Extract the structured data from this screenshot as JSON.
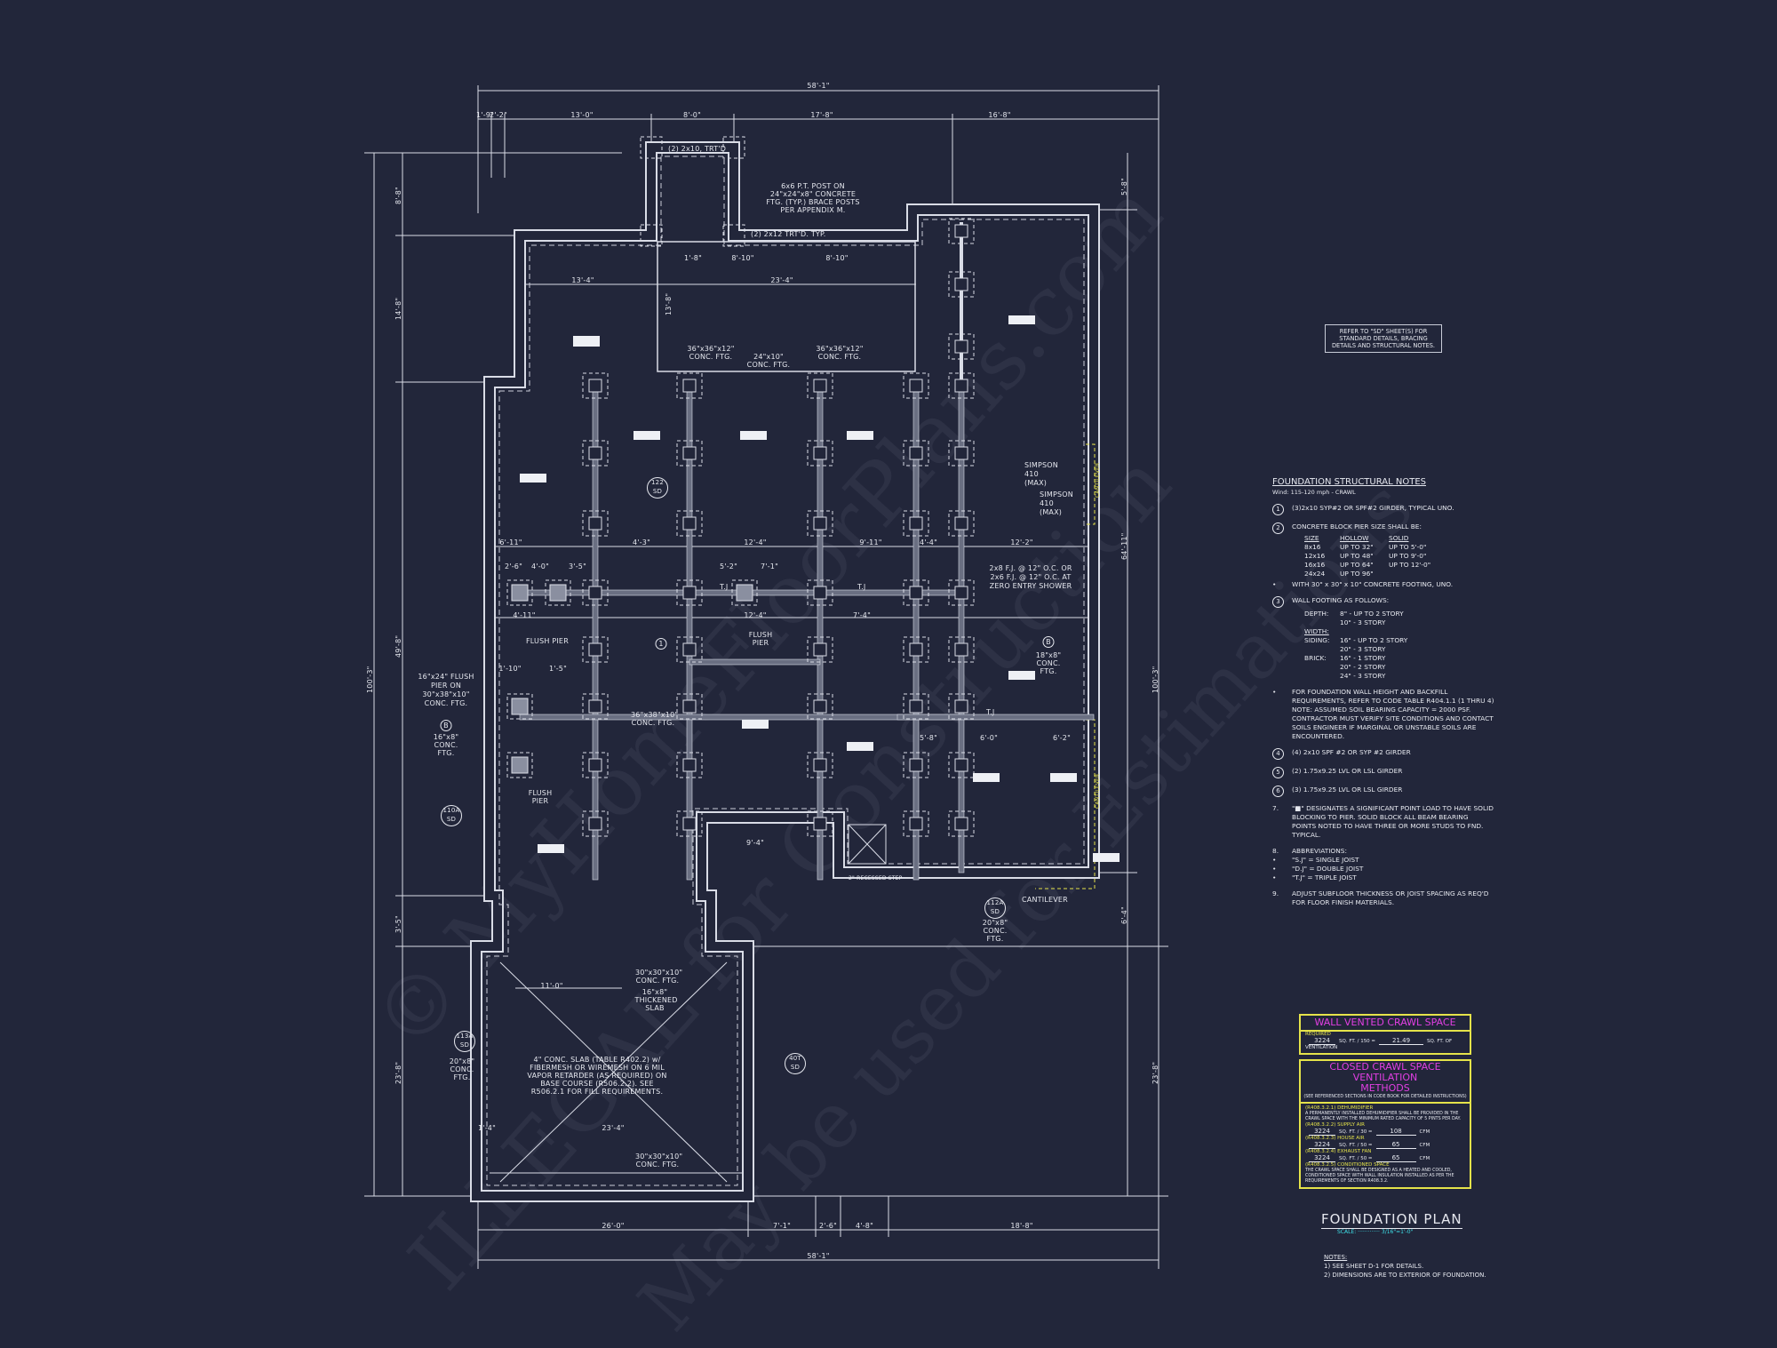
{
  "sheet": {
    "title": "FOUNDATION PLAN",
    "scale_label": "SCALE:",
    "scale_value": "3/16\"=1'-0\"",
    "background_color": "#22263a",
    "line_color": "#e6e8ef",
    "highlight_yellow": "#e5e34a",
    "highlight_magenta": "#e23fe3",
    "scale_cyan": "#3de0e8"
  },
  "watermark": {
    "line1": "© MyHomeFloorPlans.com",
    "line2": "ILLEGAL for Construction",
    "line3": "May be used for Estimations"
  },
  "dimensions": {
    "top_overall": "58'-1\"",
    "top_segments": [
      "1'-9\"",
      "2'-2\"",
      "13'-0\"",
      "8'-0\"",
      "17'-8\"",
      "16'-8\""
    ],
    "bottom_overall": "58'-1\"",
    "bottom_segments": [
      "26'-0\"",
      "7'-1\"",
      "2'-6\"",
      "4'-8\"",
      "18'-8\""
    ],
    "left_overall": "100'-3\"",
    "left_segments": [
      "8'-8\"",
      "14'-8\"",
      "49'-8\"",
      "3'-5\"",
      "23'-8\""
    ],
    "right_overall": "100'-3\"",
    "right_segments": [
      "5'-8\"",
      "64'-11\"",
      "6'-4\"",
      "23'-8\""
    ],
    "porch": [
      "1'-8\"",
      "8'-10\"",
      "8'-10\"",
      "23'-4\"",
      "13'-4\"",
      "13'-8\""
    ],
    "interior": [
      "6'-11\"",
      "4'-3\"",
      "12'-4\"",
      "9'-11\"",
      "4'-4\"",
      "12'-2\"",
      "2'-6\"",
      "4'-0\"",
      "3'-5\"",
      "4'-11\"",
      "12'-4\"",
      "7'-4\"",
      "5'-8\"",
      "6'-0\"",
      "6'-2\"",
      "1'-10\"",
      "1'-5\"",
      "9'-4\"",
      "11'-0\"",
      "23'-4\"",
      "1'-4\"",
      "5'-2\"",
      "7'-1\""
    ]
  },
  "callouts": {
    "porch_beam": "(2) 2x10, TRT'D",
    "porch_post": "6x6 P.T. POST ON 24\"x24\"x8\" CONCRETE FTG. (TYP.) BRACE POSTS PER APPENDIX M.",
    "porch_beam2": "(2) 2x12 TRT'D. TYP.",
    "ftg_36_left": "36\"x36\"x12\" CONC. FTG.",
    "ftg_24": "24\"x10\" CONC. FTG.",
    "ftg_36_right": "36\"x36\"x12\" CONC. FTG.",
    "simpson1": "SIMPSON 410 (MAX)",
    "simpson2": "SIMPSON 410 (MAX)",
    "zero_entry": "2x8 F.J. @ 12\" O.C. OR 2x6 F.J. @ 12\" O.C. AT ZERO ENTRY SHOWER",
    "cantilever_top": "CANTILEVER",
    "cantilever_bottom": "CANTILEVER",
    "cantilever_label": "CANTILEVER",
    "flush_pier1": "FLUSH PIER",
    "flush_pier2": "FLUSH PIER",
    "flush_pier3": "FLUSH PIER",
    "flush_pier_16x24": "16\"x24\" FLUSH PIER ON 30\"x38\"x10\" CONC. FTG.",
    "ftg_16x8_left": "16\"x8\" CONC. FTG.",
    "ftg_18x8_right": "18\"x8\" CONC. FTG.",
    "ftg_36x38": "36\"x38\"x10\" CONC. FTG.",
    "ftg_20x8_bottom": "20\"x8\" CONC. FTG.",
    "ftg_20x8_garage": "20\"x8\" CONC. FTG.",
    "recessed_step": "2\" RECESSED STEP",
    "garage_ftg_top": "30\"x30\"x10\" CONC. FTG.",
    "thickened_slab": "16\"x8\" THICKENED SLAB",
    "garage_slab": "4\" CONC. SLAB (TABLE R402.2) w/ FIBERMESH OR WIREMESH ON 6 MIL VAPOR RETARDER (AS REQUIRED) ON BASE COURSE (R506.2.2). SEE R506.2.1 FOR FILL REQUIREMENTS.",
    "garage_ftg_bottom": "30\"x30\"x10\" CONC. FTG.",
    "tj": "T.J",
    "girder_tag_1": "1",
    "girder_tag_b": "B",
    "detail_122": [
      "122",
      "SD"
    ],
    "detail_110a": [
      "110A",
      "SD"
    ],
    "detail_112a": [
      "112A",
      "SD"
    ],
    "detail_113a": [
      "113A",
      "SD"
    ],
    "detail_40t": [
      "40T",
      "SD"
    ]
  },
  "reference_note": "REFER TO \"SD\" SHEET(S) FOR STANDARD DETAILS, BRACING DETAILS AND STRUCTURAL NOTES.",
  "structural_notes": {
    "title": "FOUNDATION STRUCTURAL NOTES",
    "subtitle": "Wind: 115-120 mph - CRAWL",
    "n1": {
      "num": "1",
      "text": "(3)2x10 SYP#2 OR SPF#2 GIRDER, TYPICAL UNO."
    },
    "n2": {
      "num": "2",
      "text": "CONCRETE BLOCK PIER SIZE SHALL BE:",
      "headers": [
        "SIZE",
        "HOLLOW",
        "SOLID"
      ],
      "rows": [
        [
          "8x16",
          "UP TO 32\"",
          "UP TO 5'-0\""
        ],
        [
          "12x16",
          "UP TO 48\"",
          "UP TO 9'-0\""
        ],
        [
          "16x16",
          "UP TO 64\"",
          "UP TO 12'-0\""
        ],
        [
          "24x24",
          "UP TO 96\"",
          ""
        ]
      ],
      "footing": "WITH 30\" x 30\" x 10\" CONCRETE FOOTING, UNO."
    },
    "n3": {
      "num": "3",
      "text": "WALL FOOTING AS FOLLOWS:",
      "depth_label": "DEPTH:",
      "depth": [
        "8\" - UP TO 2 STORY",
        "10\" - 3 STORY"
      ],
      "width_label": "WIDTH:",
      "siding_label": "SIDING:",
      "siding": [
        "16\" - UP TO 2 STORY",
        "20\" - 3 STORY"
      ],
      "brick_label": "BRICK:",
      "brick": [
        "16\" - 1 STORY",
        "20\" - 2 STORY",
        "24\" - 3 STORY"
      ]
    },
    "wall_note": "FOR FOUNDATION WALL HEIGHT AND BACKFILL REQUIREMENTS, REFER TO CODE TABLE R404.1.1 (1 THRU 4) NOTE: ASSUMED SOIL BEARING CAPACITY = 2000 PSF. CONTRACTOR MUST VERIFY SITE CONDITIONS AND CONTACT SOILS ENGINEER IF MARGINAL OR UNSTABLE SOILS ARE ENCOUNTERED.",
    "n4": {
      "num": "4",
      "text": "(4) 2x10 SPF #2 OR SYP #2 GIRDER"
    },
    "n5": {
      "num": "5",
      "text": "(2) 1.75x9.25 LVL OR LSL GIRDER"
    },
    "n6": {
      "num": "6",
      "text": "(3) 1.75x9.25 LVL OR LSL GIRDER"
    },
    "n7": {
      "num": "7.",
      "text": "\"■\" DESIGNATES A SIGNIFICANT POINT LOAD TO HAVE SOLID BLOCKING TO PIER. SOLID BLOCK ALL BEAM BEARING POINTS NOTED TO HAVE THREE OR MORE STUDS TO FND. TYPICAL."
    },
    "n8": {
      "num": "8.",
      "text": "ABBREVIATIONS:",
      "items": [
        "\"S.J\" = SINGLE JOIST",
        "\"D.J\" = DOUBLE JOIST",
        "\"T.J\" = TRIPLE JOIST"
      ]
    },
    "n9": {
      "num": "9.",
      "text": "ADJUST SUBFLOOR THICKNESS OR JOIST SPACING AS REQ'D FOR FLOOR FINISH MATERIALS."
    }
  },
  "wall_vented": {
    "title": "WALL VENTED CRAWL SPACE",
    "required_label": "REQUIRED",
    "area": "3224",
    "divisor": "SQ. FT. / 150 =",
    "result": "21.49",
    "unit": "SQ. FT. OF VENTILATION"
  },
  "closed_crawl": {
    "title": "CLOSED CRAWL SPACE VENTILATION METHODS",
    "subtitle": "(SEE REFERENCED SECTIONS IN CODE BOOK FOR DETAILED INSTRUCTIONS)",
    "dehumidifier_label": "(R408.3.2.1) DEHUMIDIFIER",
    "dehumidifier_text": "A PERMANENTLY INSTALLED DEHUMIDIFIER SHALL BE PROVIDED IN THE CRAWL SPACE WITH THE MINIMUM RATED CAPACITY OF 5 PINTS PER DAY.",
    "methods": [
      {
        "label": "(R408.3.2.2) SUPPLY AIR",
        "area": "3224",
        "divisor": "SQ. FT. / 30 =",
        "result": "108",
        "unit": "CFM"
      },
      {
        "label": "(R408.3.2.3) HOUSE AIR",
        "area": "3224",
        "divisor": "SQ. FT. / 50 =",
        "result": "65",
        "unit": "CFM"
      },
      {
        "label": "(R408.3.2.4) EXHAUST FAN",
        "area": "3224",
        "divisor": "SQ. FT. / 50 =",
        "result": "65",
        "unit": "CFM"
      }
    ],
    "conditioned_label": "(R408.3.2.5) CONDITIONED SPACE",
    "conditioned_text": "THE CRAWL SPACE SHALL BE DESIGNED AS A HEATED AND COOLED, CONDITIONED SPACE WITH WALL INSULATION INSTALLED AS PER THE REQUIREMENTS OF SECTION R408.3.2."
  },
  "general_notes": {
    "title": "NOTES:",
    "items": [
      "1) SEE SHEET D-1 FOR DETAILS.",
      "2) DIMENSIONS ARE TO EXTERIOR OF FOUNDATION."
    ]
  }
}
